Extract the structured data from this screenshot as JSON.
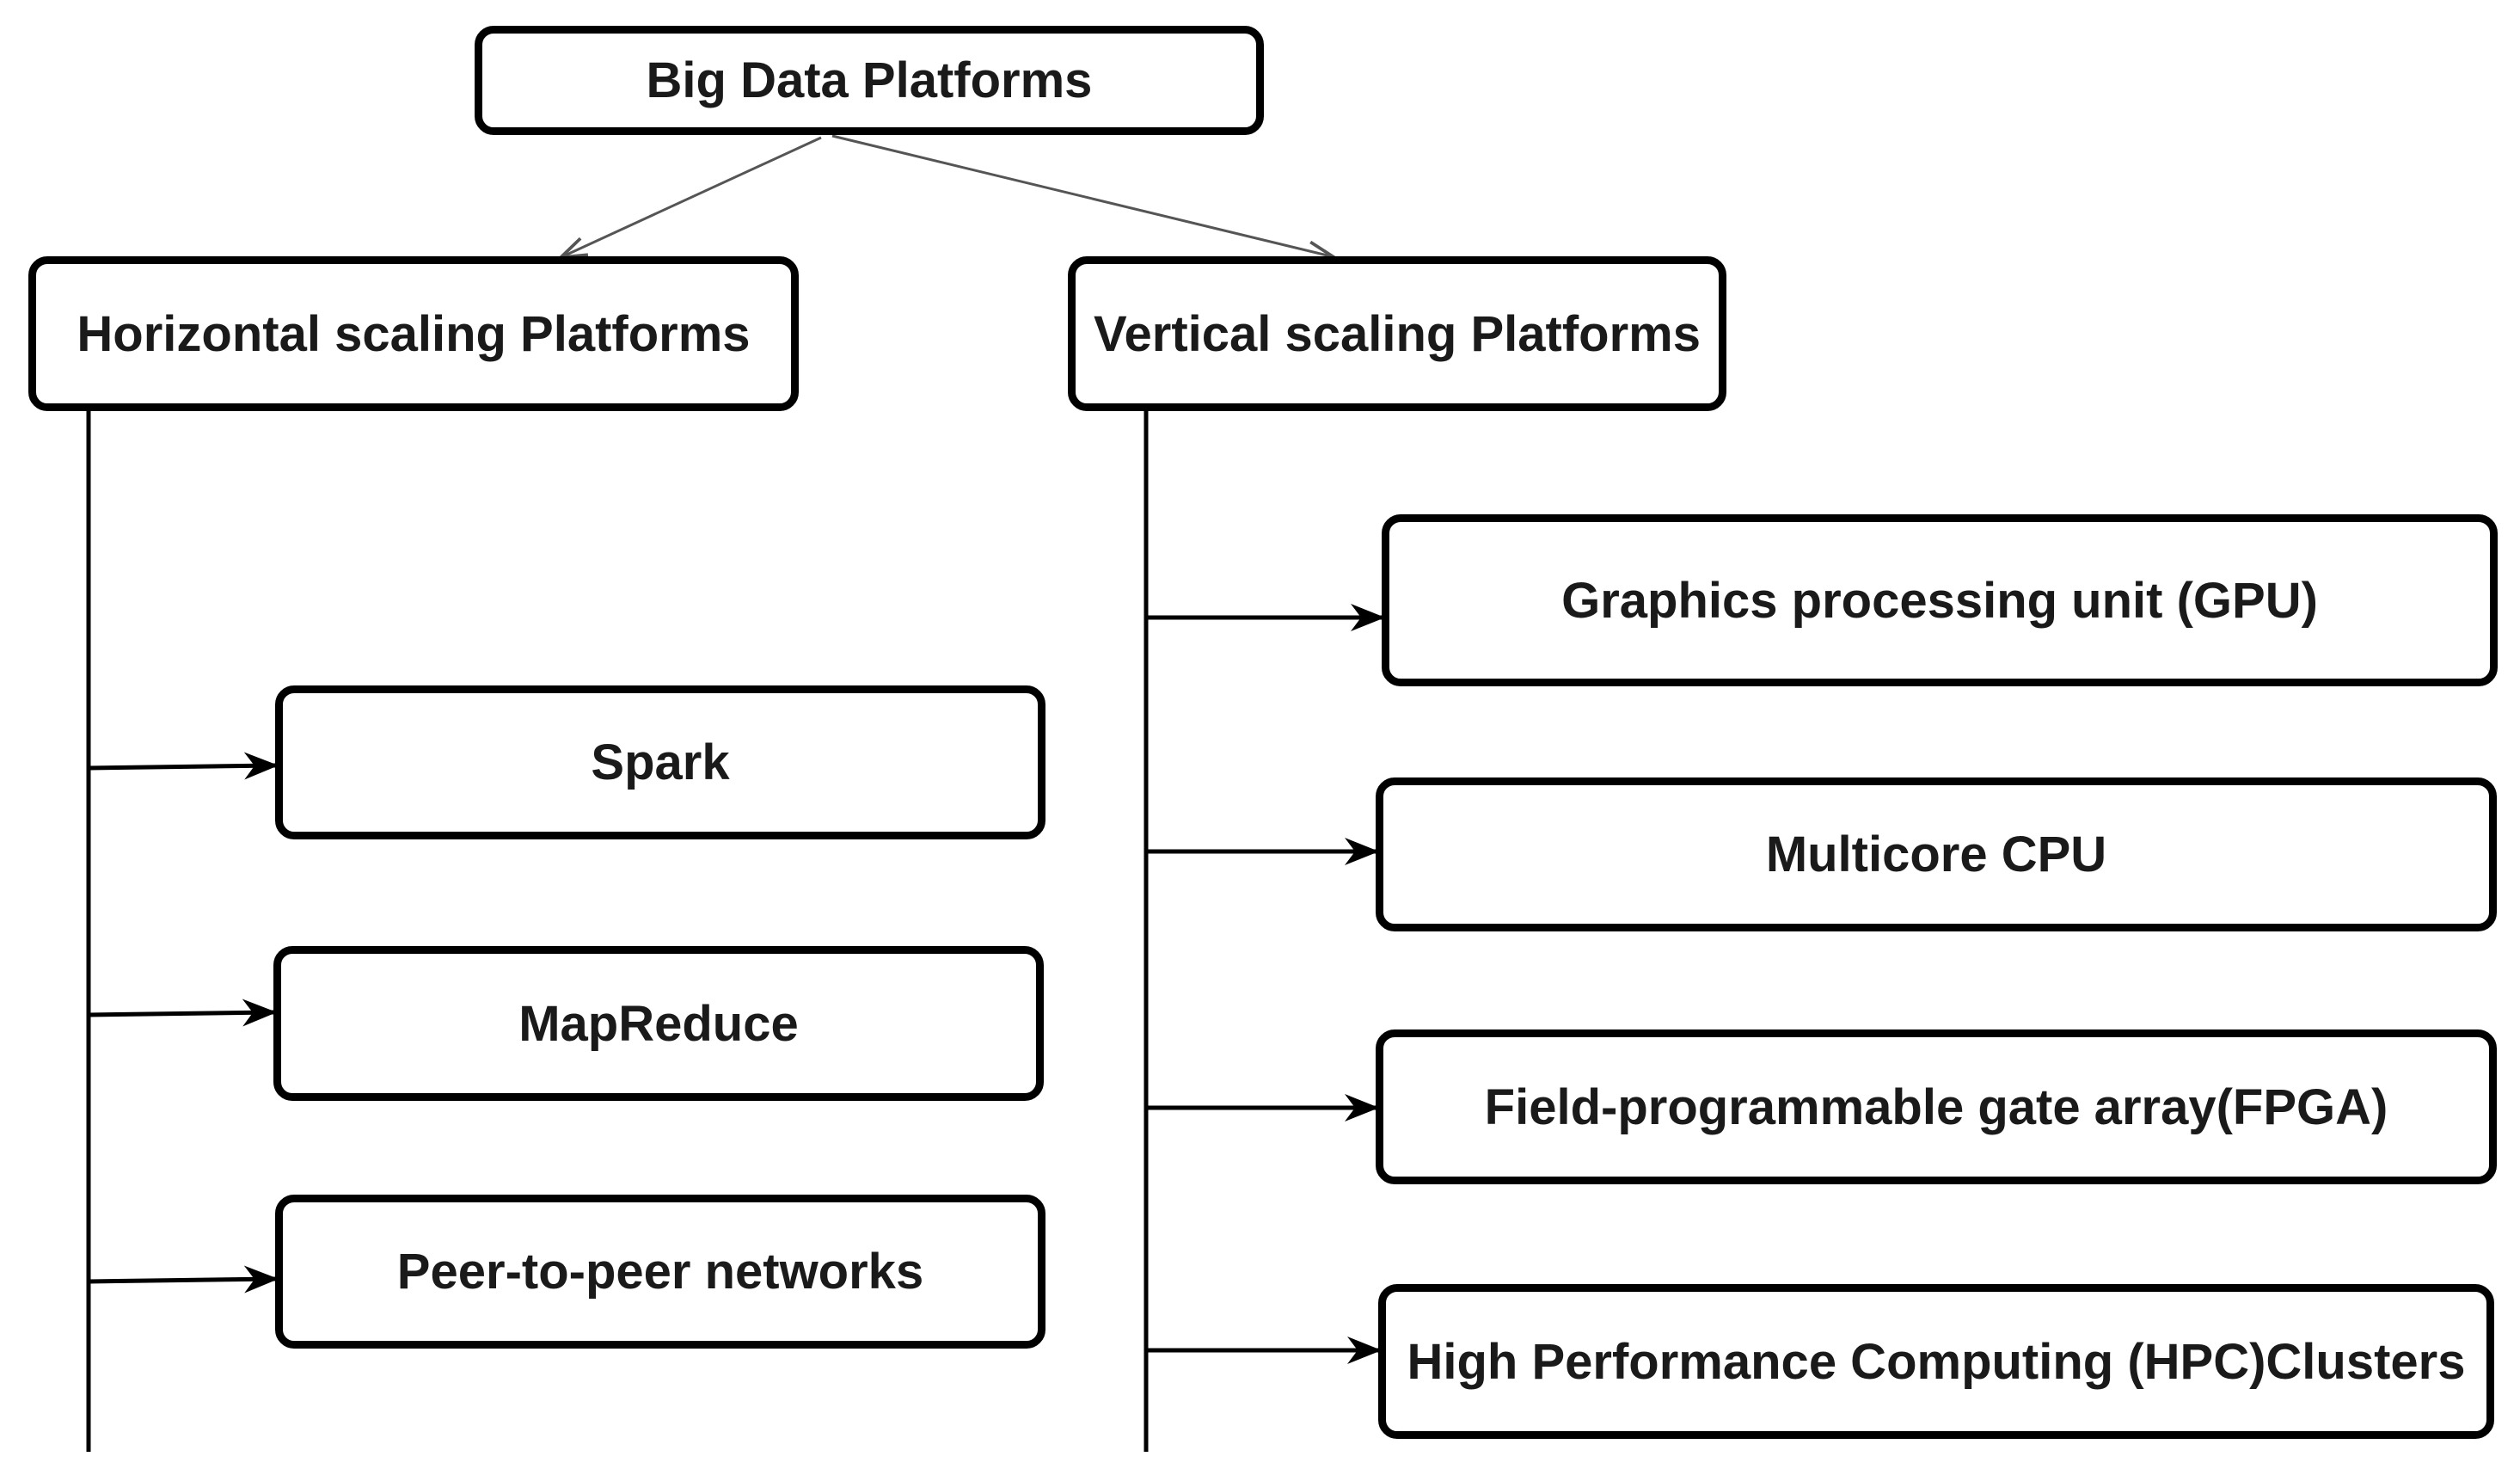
{
  "root": {
    "label": "Big Data Platforms"
  },
  "branches": [
    {
      "label": "Horizontal scaling Platforms",
      "children": [
        "Spark",
        "MapReduce",
        "Peer-to-peer networks"
      ]
    },
    {
      "label": "Vertical scaling Platforms",
      "children": [
        "Graphics processing unit (GPU)",
        "Multicore CPU",
        "Field-programmable gate array(FPGA)",
        "High Performance Computing (HPC)Clusters"
      ]
    }
  ]
}
